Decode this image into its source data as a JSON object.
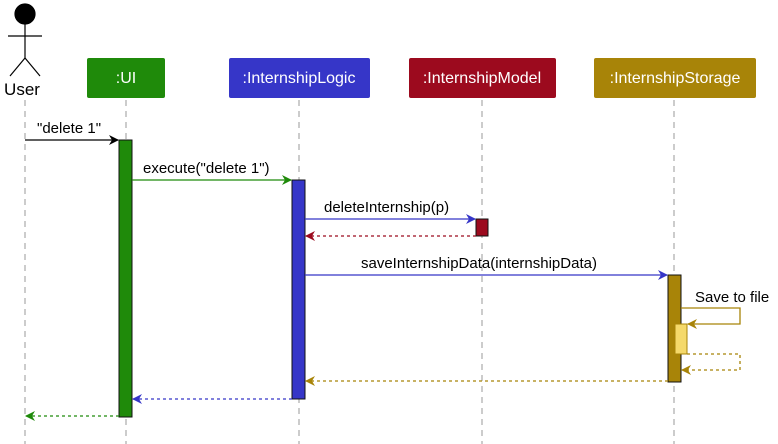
{
  "actor": {
    "label": "User"
  },
  "participants": [
    {
      "id": "ui",
      "label": ":UI",
      "color": "#1f8a0a"
    },
    {
      "id": "logic",
      "label": ":InternshipLogic",
      "color": "#3636c8"
    },
    {
      "id": "model",
      "label": ":InternshipModel",
      "color": "#9c0a1e"
    },
    {
      "id": "storage",
      "label": ":InternshipStorage",
      "color": "#a88408"
    }
  ],
  "messages": [
    {
      "label": "\"delete 1\"",
      "color": "#000000"
    },
    {
      "label": "execute(\"delete 1\")",
      "color": "#1f8a0a"
    },
    {
      "label": "deleteInternship(p)",
      "color": "#3636c8"
    },
    {
      "label": "saveInternshipData(internshipData)",
      "color": "#3636c8"
    },
    {
      "label": "Save to file",
      "color": "#a88408"
    }
  ],
  "colors": {
    "self_activation": "#f5d96a",
    "lifeline": "#999999"
  }
}
